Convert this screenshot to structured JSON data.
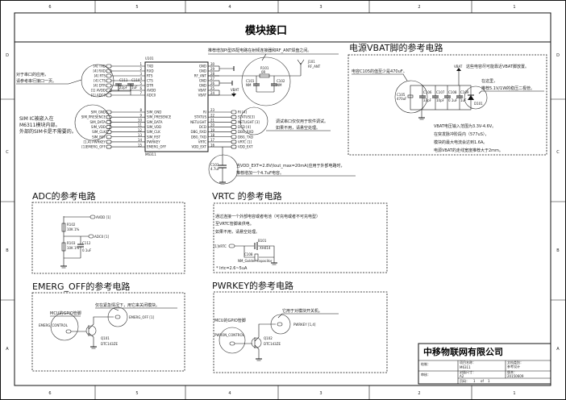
{
  "frame": {
    "columns": [
      "6",
      "5",
      "4",
      "3",
      "2",
      "1"
    ],
    "rows": [
      "D",
      "C",
      "B",
      "A"
    ]
  },
  "title": "模块接口",
  "notes": {
    "pi_match": "推荐增加Pi型匹配电路在射频连接器和RF_ANT焊盘之间。",
    "uart_1": "对于串口的应用，",
    "uart_2": "请参考串行接口一页。",
    "sim_1": "SIM IC被嵌入在",
    "sim_2": "M6311模块内部。",
    "sim_3": "外部的SIM卡是不需要的。",
    "debug_1": "调试串口仅仅用于软件调试。",
    "debug_2": "如果不用，请悬空处理。",
    "vdd_ext_1": "当VDD_EXT=2.8V(Iout_max=20mA)应用于外部电路时，",
    "vdd_ext_2": "推荐增加一个4.7uF电容。"
  },
  "u101": {
    "ref": "U101",
    "part": "M6311",
    "left_pins": [
      {
        "num": "1",
        "name": "TXD",
        "net": "[4] TXD"
      },
      {
        "num": "2",
        "name": "RXD",
        "net": "[4] RXD"
      },
      {
        "num": "3",
        "name": "RTS",
        "net": "[4] RTS"
      },
      {
        "num": "4",
        "name": "CTS",
        "net": "[4] CTS"
      },
      {
        "num": "5",
        "name": "DTR",
        "net": "[4] DTR"
      },
      {
        "num": "6",
        "name": "AVDD",
        "net": "[1] AVDD"
      },
      {
        "num": "7",
        "name": "ADC0",
        "net": "[1] ADC0"
      },
      {
        "num": "8",
        "name": "SIM_GND",
        "net": "SIM_GND"
      },
      {
        "num": "9",
        "name": "SIM_PRESENCE",
        "net": "SIM_PRESENCE"
      },
      {
        "num": "10",
        "name": "SIM_DATA",
        "net": "SIM_DATA"
      },
      {
        "num": "11",
        "name": "SIM_VDD",
        "net": "SIM_VDD"
      },
      {
        "num": "12",
        "name": "SIM_CLK",
        "net": "SIM_CLK"
      },
      {
        "num": "13",
        "name": "SIM_RST",
        "net": "SIM_RST"
      },
      {
        "num": "14",
        "name": "PWRKEY",
        "net": "[1,4] PWRKEY"
      },
      {
        "num": "15",
        "name": "EMERG_OFF",
        "net": "[1]EMERG_OFF"
      }
    ],
    "right_pins": [
      {
        "num": "30",
        "name": "GND",
        "net": ""
      },
      {
        "num": "29",
        "name": "GND",
        "net": ""
      },
      {
        "num": "28",
        "name": "RF_ANT",
        "net": ""
      },
      {
        "num": "27",
        "name": "GND",
        "net": ""
      },
      {
        "num": "26",
        "name": "GND",
        "net": ""
      },
      {
        "num": "25",
        "name": "VBAT",
        "net": ""
      },
      {
        "num": "24",
        "name": "VBAT",
        "net": ""
      },
      {
        "num": "23",
        "name": "RI",
        "net": "RI [4]"
      },
      {
        "num": "22",
        "name": "STATUS",
        "net": "STATUS[3]"
      },
      {
        "num": "21",
        "name": "NETLIGHT",
        "net": "NETLIGHT [3]"
      },
      {
        "num": "20",
        "name": "DCD",
        "net": "DCD [4]"
      },
      {
        "num": "19",
        "name": "DBG_RXD",
        "net": "DBG_RXD"
      },
      {
        "num": "18",
        "name": "DBG_TXD",
        "net": "DBG_TXD"
      },
      {
        "num": "17",
        "name": "VRTC",
        "net": "VRTC [1]"
      },
      {
        "num": "16",
        "name": "VDD_EXT",
        "net": "VDD_EXT"
      }
    ]
  },
  "parts": {
    "c111": "C111",
    "c111_val": "22pF",
    "c110": "C110",
    "c110_val": "1uF",
    "r101": "R101",
    "r101_val": "0R",
    "c101": "C101",
    "c101_val": "NM",
    "c102": "C102",
    "c102_val": "NM",
    "j101": "J101",
    "j101_val": "RF_ANT",
    "vbat": "VBAT",
    "c103": "C103",
    "c103_val": "4.7uF"
  },
  "vbat_section": {
    "title": "电源VBAT脚的参考电路",
    "note_c105": "电容C105的值至少是470uF。",
    "vbat_label": "VBAT",
    "note_near": "这些电容尽可能靠近VBAT脚放置。",
    "note_here": "在这里，",
    "note_diode": "推荐5.1V/1W的稳压二极管。",
    "c105": "C105",
    "c105_val": "470uF",
    "caps": [
      {
        "ref": "C106",
        "val": "33pF"
      },
      {
        "ref": "C107",
        "val": "10pF"
      },
      {
        "ref": "C108",
        "val": "0.1uF"
      },
      {
        "ref": "C109",
        "val": "1uF"
      }
    ],
    "d101": "D101",
    "spec_1": "VBAT电压输入范围为3.3V-4.6V。",
    "spec_2": "在突发脉冲阶段内（577uS），",
    "spec_3": "模块的最大电流会达到1.6A。",
    "spec_4": "电源VBAT的走线宽度推荐大于2mm。"
  },
  "adc_section": {
    "title": "ADC的参考电路",
    "r102": "R102",
    "r102_val": "10K 1%",
    "r103": "R103",
    "r103_val": "10K 1%",
    "c112": "C112",
    "c112_val": "0.1uF",
    "avdd": "AVDD [1]",
    "adc0": "ADC0 [1]"
  },
  "vrtc_section": {
    "title": "VRTC 的参考电路",
    "text_1": "通过连接一个外部电容或者电池（可充电或者不可充电型）",
    "text_2": "至VRTC管脚来供电。",
    "text_3": "如果不用，请悬空处理。",
    "port": "[1]VRTC",
    "b101": "B101",
    "b101_val": "XH414",
    "c108": "C108",
    "c108_val": "NM_Golden capacitor",
    "current": "* Irtc=2.6~5uA"
  },
  "emerg_section": {
    "title": "EMERG_OFF的参考电路",
    "note": "仅在紧急情况下，用它来关闭模块。",
    "mcu": "MCU的GPIO管脚",
    "control": "EMERG_CONTROL",
    "port": "EMERG_OFF [1]",
    "q": "Q101",
    "q_val": "DTC143ZE"
  },
  "pwrkey_section": {
    "title": "PWRKEY的参考电路",
    "note": "它用于对模块开关机。",
    "mcu": "MCU的GPIO管脚",
    "control": "PWRON_CONTROL",
    "port": "PWRKEY [1,4]",
    "q": "Q102",
    "q_val": "DTC143ZE"
  },
  "title_block": {
    "company": "中移物联网有限公司",
    "drawn_label": "绘制：",
    "project_label": "项目名称：",
    "project": "M6311",
    "doctype_label": "文档类别：",
    "doctype": "参考设计",
    "check_label": "审核：",
    "size_label": "封面尺寸：",
    "size": "A2",
    "version_label": "版本：",
    "version": "20150609",
    "page_label": "页码：",
    "page": "1",
    "of": "of",
    "pages": "1"
  }
}
